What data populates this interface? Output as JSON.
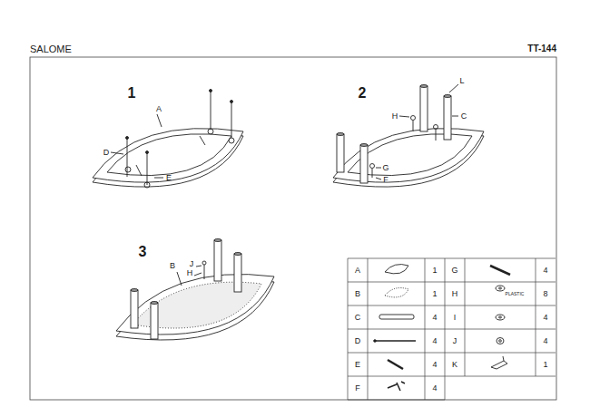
{
  "diagram": {
    "title": "SALOME",
    "labels": [
      "TT-144",
      "1",
      "A",
      "D",
      "E",
      "2",
      "L",
      "H",
      "C",
      "G",
      "F",
      "3",
      "B",
      "J",
      "H",
      "A",
      "1",
      "G",
      "4",
      "B",
      "1",
      "H",
      "8",
      "PLASTIC",
      "C",
      "4",
      "I",
      "4",
      "D",
      "4",
      "J",
      "4",
      "E",
      "4",
      "K",
      "1",
      "F",
      "4"
    ]
  }
}
